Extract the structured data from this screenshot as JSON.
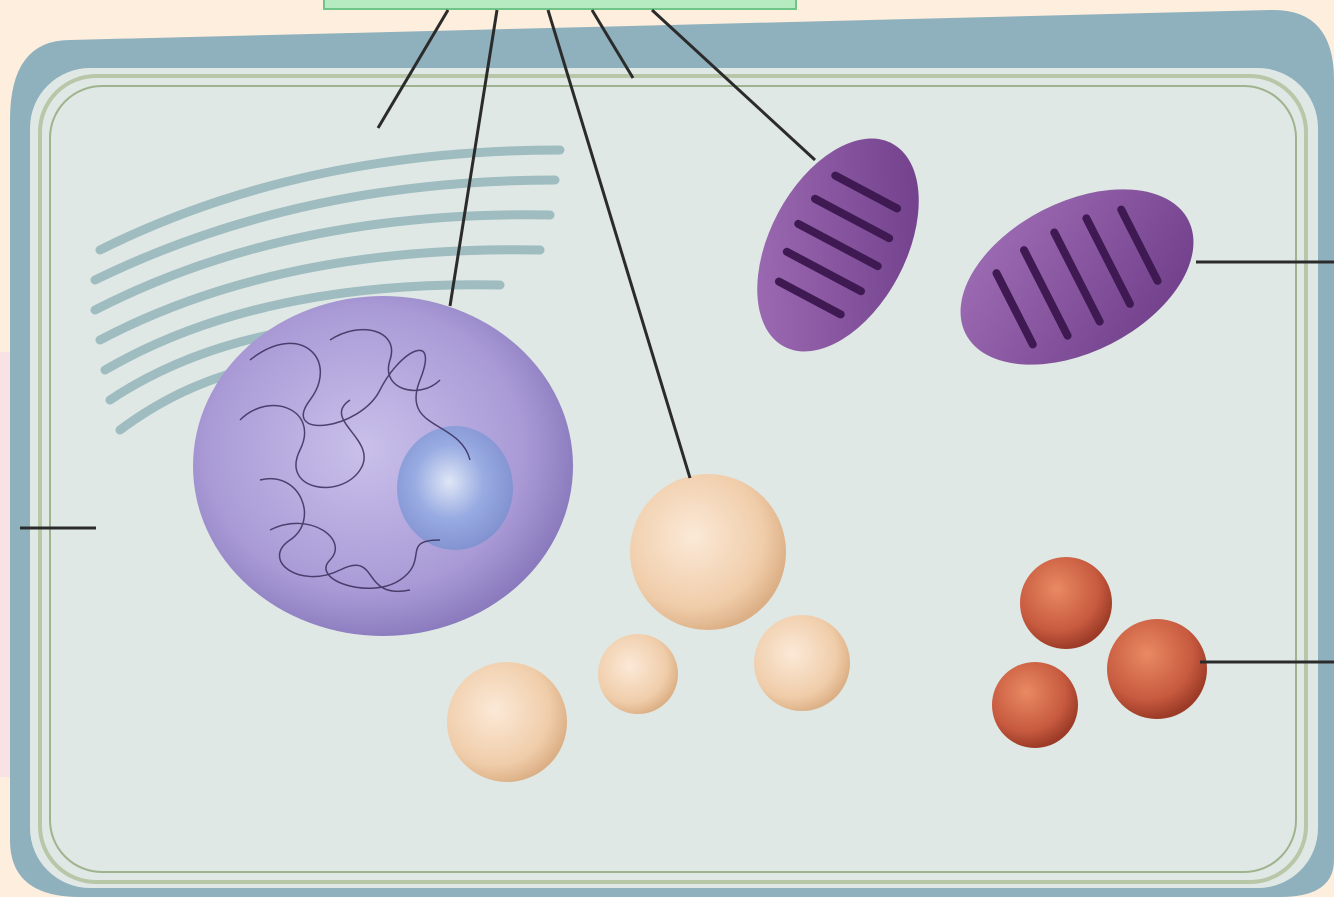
{
  "diagram": {
    "top_label": "",
    "left_label": "",
    "right_labels": [
      "",
      ""
    ]
  },
  "colors": {
    "background": "#fdeedd",
    "cell_wall": "#8fb0bd",
    "cytoplasm": "#dfe8e4",
    "membrane": "#b8c7a8",
    "golgi": "#9fbcc0",
    "nucleus": "#a99ad6",
    "nucleolus": "#8fa6df",
    "mitochondrion": "#7d4596",
    "vacuole": "#f1cfad",
    "red_vesicle": "#c75a3f",
    "leader_line": "#2b2b2b",
    "label_box": "#b6eac0",
    "side_panel": "#f8e2e6"
  },
  "parts": [
    {
      "name": "cell-wall",
      "icon": "cell-wall-icon"
    },
    {
      "name": "plasma-membrane",
      "icon": "membrane-icon"
    },
    {
      "name": "golgi-apparatus",
      "icon": "golgi-icon"
    },
    {
      "name": "nucleus",
      "icon": "nucleus-icon"
    },
    {
      "name": "vacuole",
      "icon": "vacuole-icon"
    },
    {
      "name": "mitochondria",
      "icon": "mitochondrion-icon"
    },
    {
      "name": "red-vesicles",
      "icon": "vesicle-icon"
    }
  ]
}
